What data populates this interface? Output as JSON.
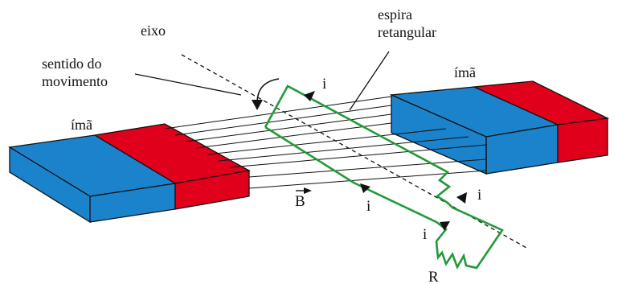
{
  "labels": {
    "eixo": "eixo",
    "sentido_line1": "sentido do",
    "sentido_line2": "movimento",
    "espira_line1": "espira",
    "espira_line2": "retangular",
    "ima_left": "ímã",
    "ima_right": "ímã",
    "field": "B",
    "current": "i",
    "resistor": "R"
  },
  "colors": {
    "magnet_blue": "#1b82cc",
    "magnet_red": "#e0001b",
    "loop_green": "#22993a",
    "ink": "#111111"
  },
  "icons": {
    "field_vector_arrow": "vector-arrow-icon",
    "current_arrow": "triangle-arrow-icon",
    "resistor": "zigzag-resistor-icon",
    "rotation": "curved-arrow-icon"
  }
}
